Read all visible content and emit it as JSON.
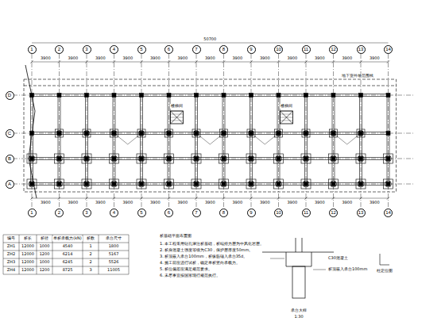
{
  "diagram": {
    "nodes": [
      {
        "text": [
          "1"
        ]
      },
      {
        "text": [
          "2"
        ]
      },
      {
        "text": [
          "3"
        ]
      },
      {
        "text": [
          "4"
        ]
      },
      {
        "text": [
          "5"
        ]
      },
      {
        "text": [
          "6"
        ]
      },
      {
        "text": [
          "7"
        ]
      },
      {
        "text": [
          "8"
        ]
      },
      {
        "text": [
          "9"
        ]
      },
      {
        "text": [
          "10"
        ]
      },
      {
        "text": [
          "11"
        ]
      },
      {
        "text": [
          "12"
        ]
      },
      {
        "text": [
          "13"
        ]
      },
      {
        "text": [
          "14"
        ]
      },
      {
        "text": [
          "D"
        ]
      },
      {
        "text": [
          "C"
        ]
      },
      {
        "text": [
          "B"
        ]
      },
      {
        "text": [
          "A"
        ]
      },
      {
        "text": [
          "1"
        ]
      },
      {
        "text": [
          "2"
        ]
      },
      {
        "text": [
          "3"
        ]
      },
      {
        "text": [
          "4"
        ]
      },
      {
        "text": [
          "5"
        ]
      },
      {
        "text": [
          "6"
        ]
      },
      {
        "text": [
          "7"
        ]
      },
      {
        "text": [
          "8"
        ]
      },
      {
        "text": [
          "9"
        ]
      },
      {
        "text": [
          "10"
        ]
      },
      {
        "text": [
          "11"
        ]
      },
      {
        "text": [
          "12"
        ]
      },
      {
        "text": [
          "13"
        ]
      },
      {
        "text": [
          "14"
        ]
      }
    ],
    "edges": [],
    "labels": [
      "3900",
      "3900",
      "3900",
      "3900",
      "3900",
      "3900",
      "3900",
      "3900",
      "3900",
      "3900",
      "3900",
      "3900",
      "3900",
      "50700",
      "3900",
      "3900",
      "3900",
      "3900",
      "3900",
      "3900",
      "3900",
      "3900",
      "3900",
      "3900",
      "3900",
      "3900",
      "3900",
      "编号",
      "桩长",
      "桩径",
      "单桩承载力(kN)",
      "桩数",
      "承台尺寸",
      "ZH1",
      "12000",
      "1000",
      "4540",
      "1",
      "1800",
      "ZH2",
      "12000",
      "1200",
      "6214",
      "2",
      "5167",
      "ZH3",
      "12000",
      "1000",
      "6245",
      "2",
      "5526",
      "ZH4",
      "12000",
      "1200",
      "8725",
      "3",
      "11005",
      "桩基础平面布置图",
      "1. 本工程采用钻孔灌注桩基础，桩端持力层为中风化岩层。",
      "2. 桩身混凝土强度等级为C30，保护层厚度50mm。",
      "3. 桩顶嵌入承台100mm，桩纵筋锚入承台35d。",
      "4. 施工前应进行试桩，确定单桩竖向承载力。",
      "5. 桩位偏差应满足规范要求。",
      "6. 未尽事宜按国家现行规范执行。",
      "承台大样",
      "1:30",
      "C30混凝土",
      "桩顶嵌入承台100mm",
      "柱定位图",
      "地下室外墙范围线",
      "楼梯间",
      "楼梯间"
    ]
  }
}
